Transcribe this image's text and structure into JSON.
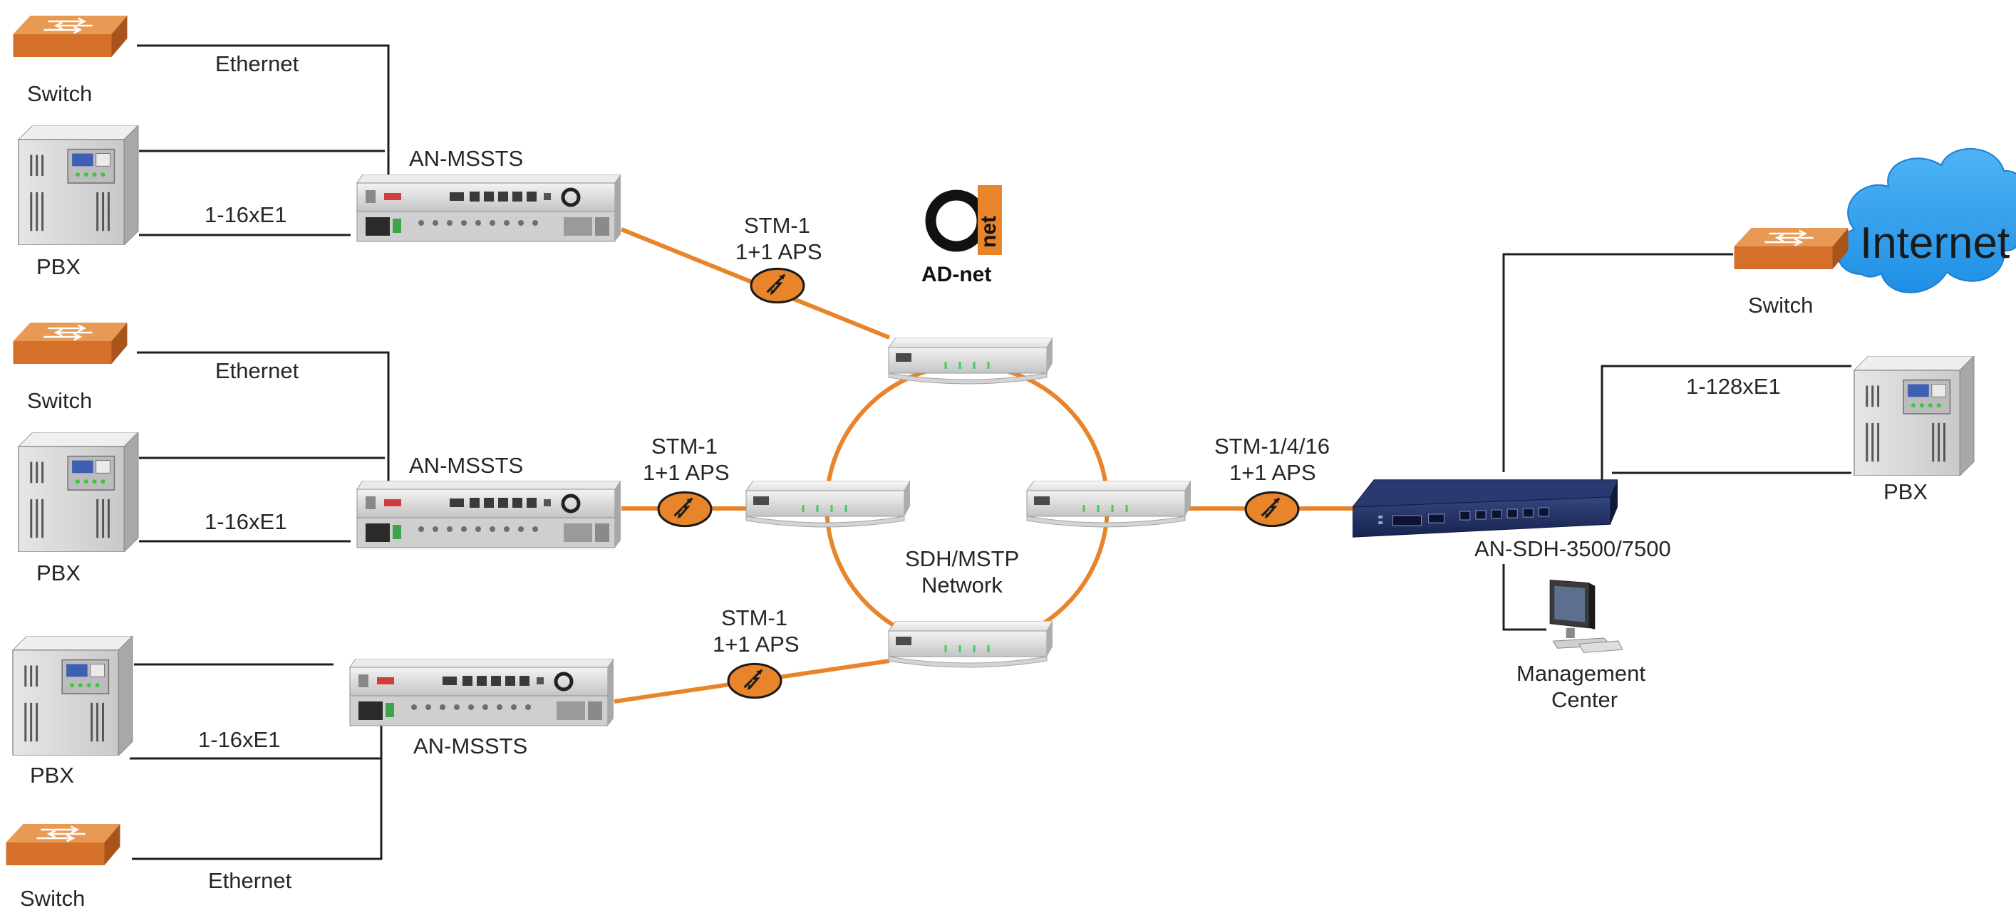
{
  "colors": {
    "link_orange": "#E8842A",
    "wire_black": "#1f1f1f",
    "switch_orange": "#D4702A",
    "cloud_blue": "#2B9BEE",
    "sdh_navy": "#1E2E6A",
    "device_silver": "#D8D8D8"
  },
  "logo": {
    "text": "AD-net",
    "mark": "net"
  },
  "cloud": {
    "label": "Internet"
  },
  "ring": {
    "line1": "SDH/MSTP",
    "line2": "Network"
  },
  "sites": [
    {
      "switch_label": "Switch",
      "ethernet_label": "Ethernet",
      "pbx_label": "PBX",
      "e1_label": "1-16xE1",
      "device_label": "AN-MSSTS",
      "link_line1": "STM-1",
      "link_line2": "1+1 APS"
    },
    {
      "switch_label": "Switch",
      "ethernet_label": "Ethernet",
      "pbx_label": "PBX",
      "e1_label": "1-16xE1",
      "device_label": "AN-MSSTS",
      "link_line1": "STM-1",
      "link_line2": "1+1 APS"
    },
    {
      "switch_label": "Switch",
      "ethernet_label": "Ethernet",
      "pbx_label": "PBX",
      "e1_label": "1-16xE1",
      "device_label": "AN-MSSTS",
      "link_line1": "STM-1",
      "link_line2": "1+1 APS"
    }
  ],
  "central": {
    "device_label": "AN-SDH-3500/7500",
    "link_line1": "STM-1/4/16",
    "link_line2": "1+1 APS",
    "switch_label": "Switch",
    "pbx_label": "PBX",
    "e1_label": "1-128xE1",
    "mgmt_line1": "Management",
    "mgmt_line2": "Center"
  }
}
